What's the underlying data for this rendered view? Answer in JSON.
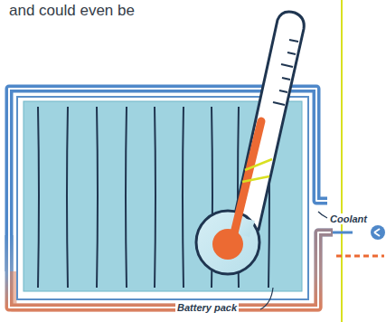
{
  "diagram": {
    "labels": [
      "and could even be",
      "Coolant",
      "Battery pack"
    ]
  }
}
